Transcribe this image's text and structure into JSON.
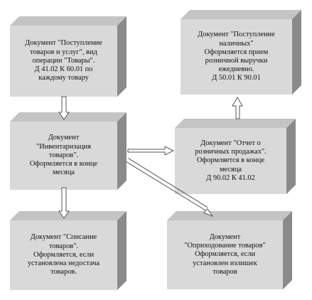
{
  "diagram": {
    "boxes": {
      "receipt_goods": {
        "lines": [
          "Документ \"Поступление",
          "товаров и услуг\", вид",
          "операции \"Товары\".",
          "Д 41.02 К 60.01 по",
          "каждому товару"
        ]
      },
      "cash_receipt": {
        "lines": [
          "Документ \"Поступление",
          "наличных\"",
          "Оформляется прием",
          "розничной выручки",
          "ежедневно.",
          "Д 50.01 К 90.01"
        ]
      },
      "inventory": {
        "lines": [
          "Документ",
          "\"Инвентаризация",
          "товаров\".",
          "Оформляется в конце",
          "месяца"
        ]
      },
      "retail_report": {
        "lines": [
          "Документ \"Отчет о",
          "розничных продажах\".",
          "Оформляется в конце",
          "месяца",
          "Д 90.02 К 41.02"
        ]
      },
      "write_off": {
        "lines": [
          "Документ \"Списание",
          "товаров\".",
          "Оформляется, если",
          "установлена недостача",
          "товаров."
        ]
      },
      "posting_goods": {
        "lines": [
          "Документ",
          "\"Оприходование товаров\"",
          "Оформляется, если",
          "установлен излишек",
          "товаров"
        ]
      }
    },
    "colors": {
      "face": "#d9d9d9",
      "top": "#c4c4c4",
      "side": "#8a8a8a",
      "arrow": "#555555"
    }
  }
}
